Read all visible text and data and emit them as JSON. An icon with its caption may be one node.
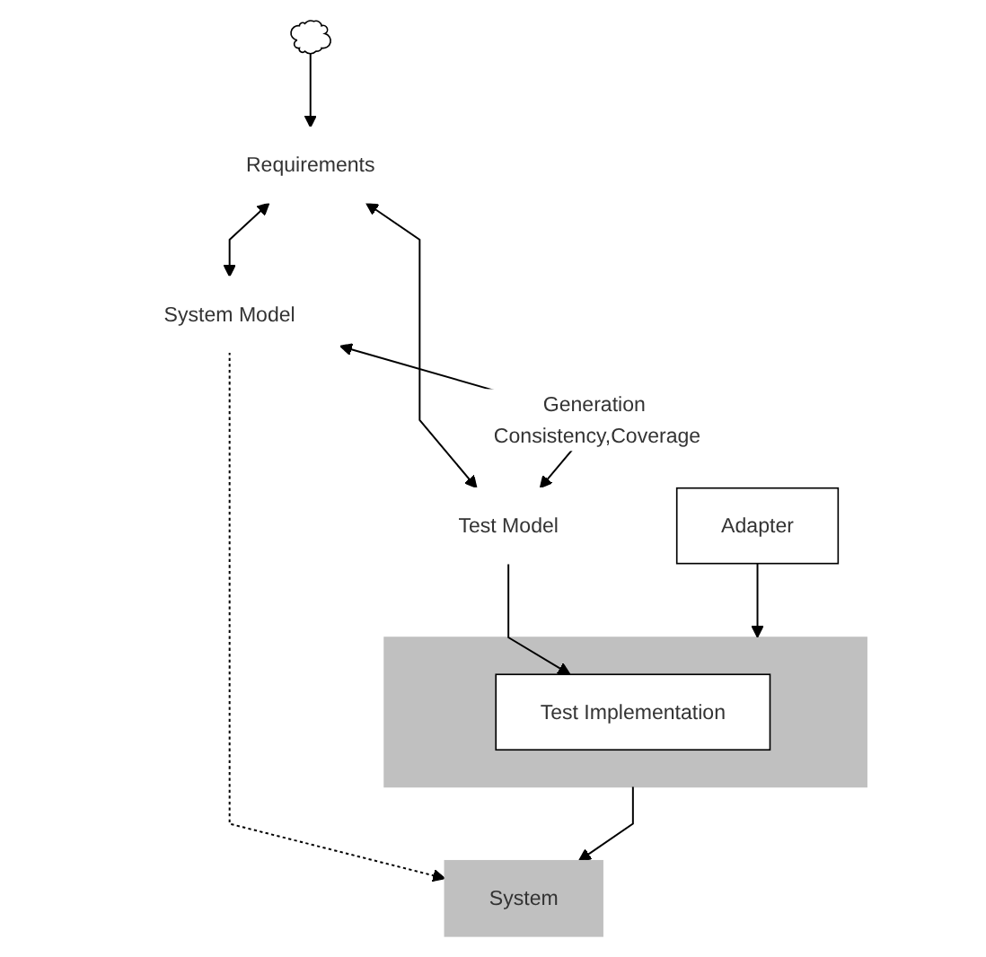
{
  "diagram": {
    "nodes": [
      {
        "text": [],
        "shape": "cloud"
      },
      {
        "text": [
          "Requirements"
        ]
      },
      {
        "text": [
          "System Model"
        ]
      },
      {
        "text": [
          "Test Model"
        ]
      },
      {
        "text": [
          "Adapter"
        ]
      },
      {
        "text": [
          "System"
        ]
      },
      {
        "text": [],
        "shape": "box"
      },
      {
        "text": [
          "Test Implementation"
        ],
        "in": 6
      }
    ],
    "edges": [
      {
        "from": 0,
        "to": 1,
        "arrow": "to"
      },
      {
        "from": 1,
        "to": 2,
        "arrow": "both"
      },
      {
        "from": 1,
        "to": 3,
        "arrow": "both"
      },
      {
        "from": 2,
        "to": 3,
        "arrow": "both",
        "label": "Generation Consistency,Coverage"
      },
      {
        "from": 2,
        "to": 5,
        "arrow": "to",
        "style": "dashed"
      },
      {
        "from": 4,
        "to": 6,
        "arrow": "to"
      },
      {
        "from": 3,
        "to": 7,
        "arrow": "to"
      },
      {
        "from": 6,
        "to": 5,
        "arrow": "to"
      }
    ]
  }
}
